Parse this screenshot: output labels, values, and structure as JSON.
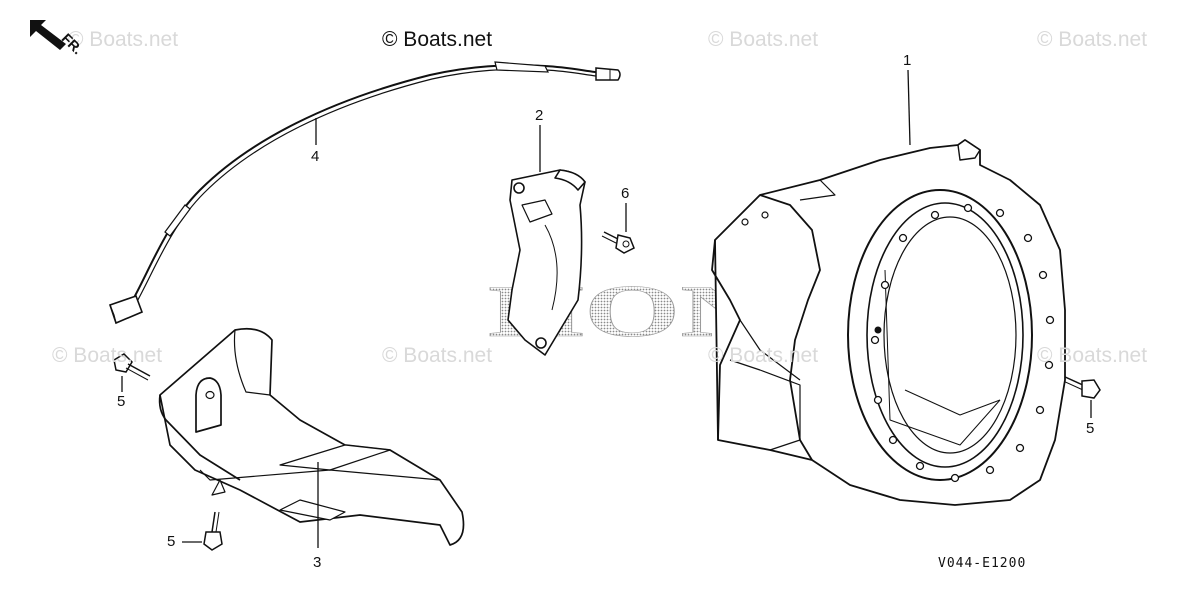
{
  "watermarks": {
    "w1": "© Boats.net",
    "w2": "© Boats.net",
    "w3": "© Boats.net",
    "w4": "© Boats.net",
    "w5": "© Boats.net",
    "w6": "© Boats.net",
    "w7": "© Boats.net",
    "w8": "© Boats.net"
  },
  "brand_logo": "HONDA",
  "direction_marker": "FR.",
  "callouts": {
    "c1": "1",
    "c2": "2",
    "c3": "3",
    "c4": "4",
    "c5a": "5",
    "c5b": "5",
    "c5c": "5",
    "c6": "6"
  },
  "diagram_code": "V044-E1200"
}
